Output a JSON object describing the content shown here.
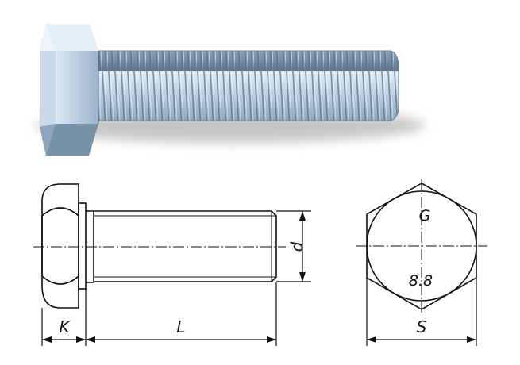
{
  "labels": {
    "head_height": "K",
    "length": "L",
    "diameter": "d",
    "across_flats": "S",
    "manufacturer_mark": "G",
    "property_class": "8.8"
  },
  "colors": {
    "line": "#111111",
    "metal_light": "#d8e6f2",
    "metal_mid": "#9fb7cc",
    "metal_dark": "#5d7388",
    "shadow": "#9a9a9a"
  }
}
